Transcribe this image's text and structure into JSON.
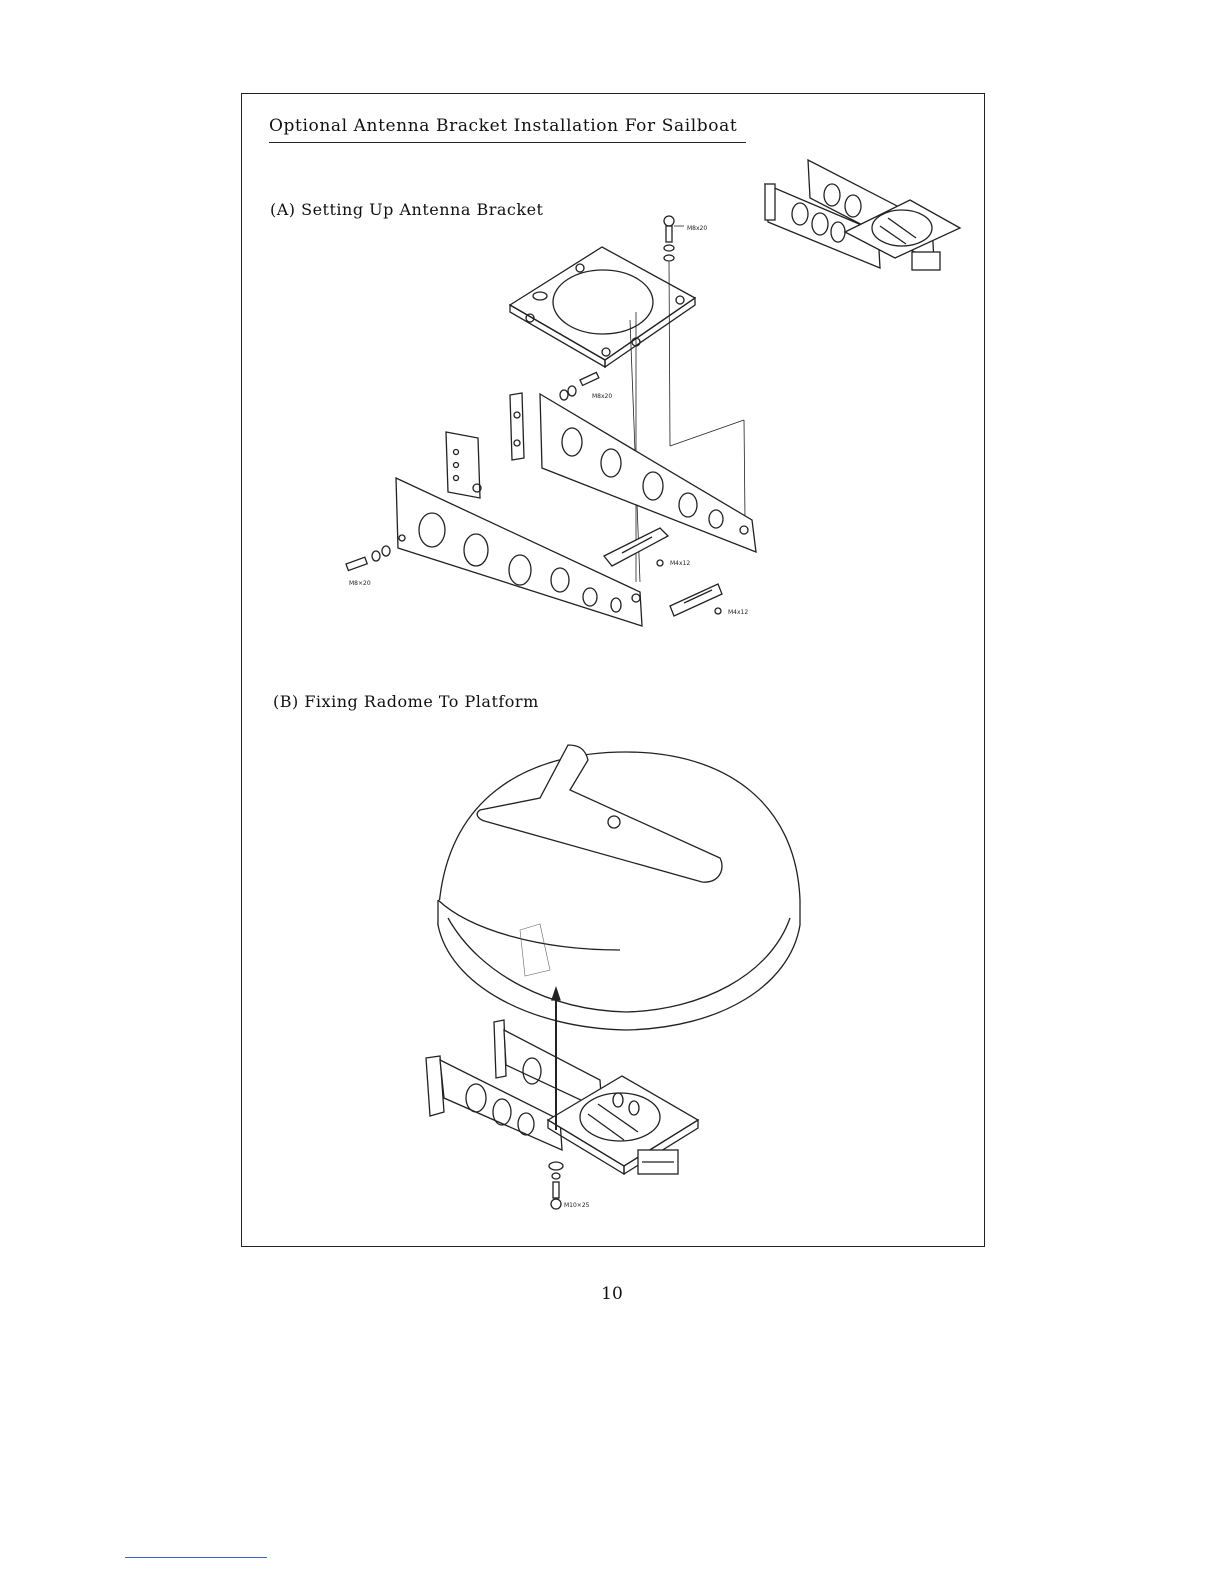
{
  "document": {
    "title": "Optional Antenna Bracket Installation For Sailboat",
    "section_a": "(A) Setting Up Antenna Bracket",
    "section_b": "(B) Fixing Radome To Platform",
    "page_number": "10"
  },
  "parts": {
    "bolt_top": "M8x20",
    "bolt_mid": "M8x20",
    "bolt_left": "M8×20",
    "screw_1": "M4x12",
    "screw_2": "M4x12",
    "bolt_radome": "M10×25"
  }
}
